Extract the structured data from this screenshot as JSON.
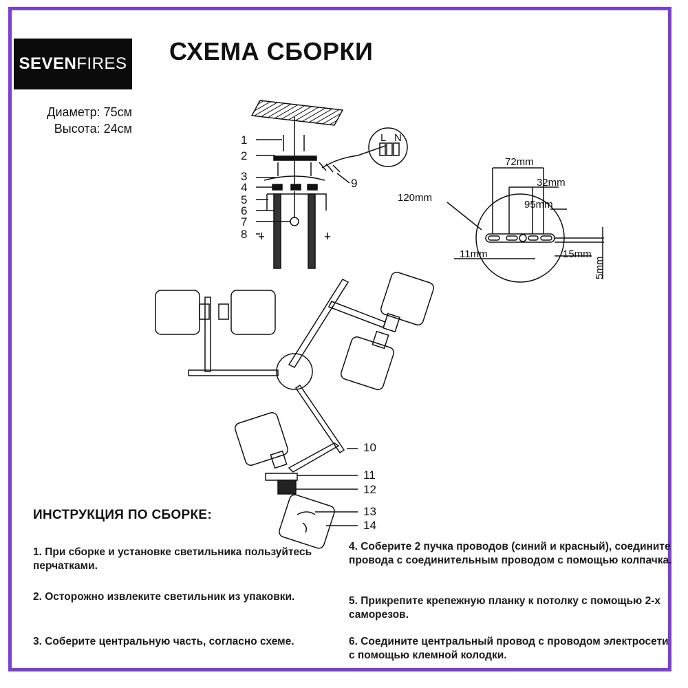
{
  "brand": {
    "bold": "SEVEN",
    "thin": "FIRES"
  },
  "title": "СХЕМА СБОРКИ",
  "specs": {
    "diameter": "Диаметр: 75см",
    "height": "Высота: 24см"
  },
  "callouts": [
    "1",
    "2",
    "3",
    "4",
    "5",
    "6",
    "7",
    "8",
    "9",
    "10",
    "11",
    "12",
    "13",
    "14"
  ],
  "dimensions": {
    "d72": "72mm",
    "d32": "32mm",
    "d95": "95mm",
    "d120": "120mm",
    "d11": "11mm",
    "d15": "15mm",
    "d5": "5mm"
  },
  "wire_marks": [
    "L",
    "N"
  ],
  "instructions": {
    "heading": "ИНСТРУКЦИЯ ПО СБОРКЕ:",
    "steps": [
      "1. При сборке и установке светильника пользуйтесь перчатками.",
      "2. Осторожно извлеките светильник из упаковки.",
      "3. Соберите центральную часть, согласно схеме.",
      "4. Соберите 2 пучка проводов (синий и красный), соедините провода с соединительным проводом с помощью колпачка.",
      "5. Прикрепите крепежную планку к потолку с помощью 2-х саморезов.",
      "6. Соедините центральный провод с проводом электросети с помощью клемной колодки."
    ]
  },
  "colors": {
    "frame": "#7b3fd6",
    "logo_bg": "#0b0b0b"
  }
}
